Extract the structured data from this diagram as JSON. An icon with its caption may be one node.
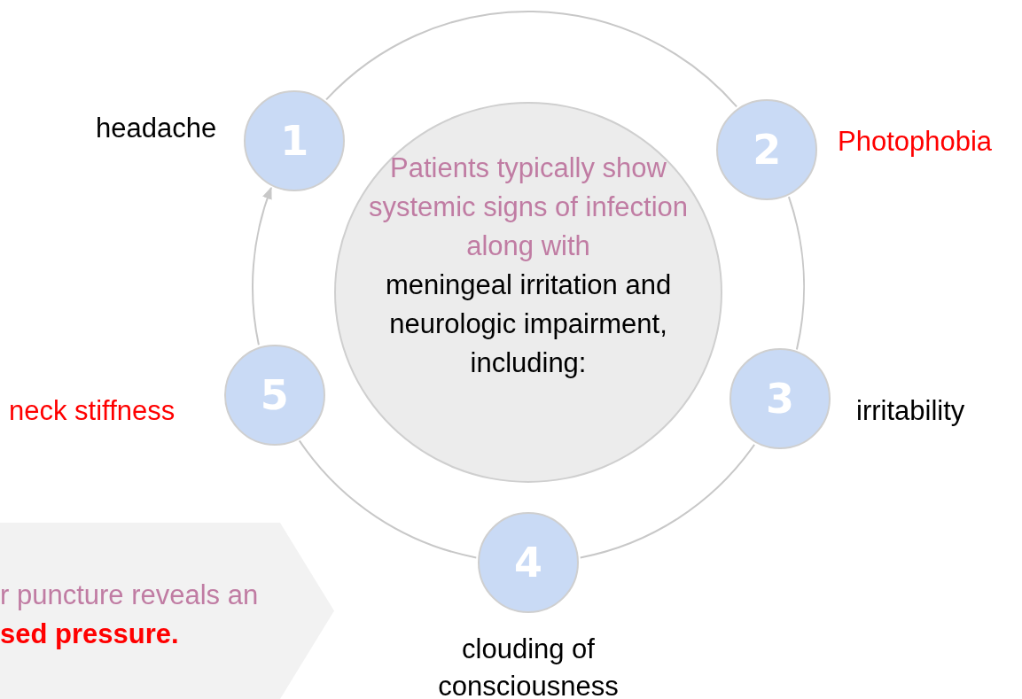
{
  "diagram": {
    "nodes": [
      {
        "text": [
          "Patients typically show systemic signs of infection along with",
          "meningeal irritation and neurologic impairment, including:"
        ]
      },
      {
        "text": [
          "1"
        ],
        "beside": [
          "headache"
        ]
      },
      {
        "text": [
          "2"
        ],
        "beside": [
          "Photophobia"
        ]
      },
      {
        "text": [
          "3"
        ],
        "beside": [
          "irritability"
        ]
      },
      {
        "text": [
          "4"
        ],
        "beside": [
          "clouding of consciousness"
        ]
      },
      {
        "text": [
          "5"
        ],
        "beside": [
          "neck stiffness"
        ]
      },
      {
        "text": [
          "r puncture reveals an",
          "sed pressure."
        ]
      }
    ],
    "edges": [
      {
        "from": 1,
        "to": 2,
        "arrow": "none"
      },
      {
        "from": 2,
        "to": 3,
        "arrow": "none"
      },
      {
        "from": 3,
        "to": 4,
        "arrow": "none"
      },
      {
        "from": 4,
        "to": 5,
        "arrow": "none"
      },
      {
        "from": 5,
        "to": 1,
        "arrow": "to"
      }
    ]
  }
}
